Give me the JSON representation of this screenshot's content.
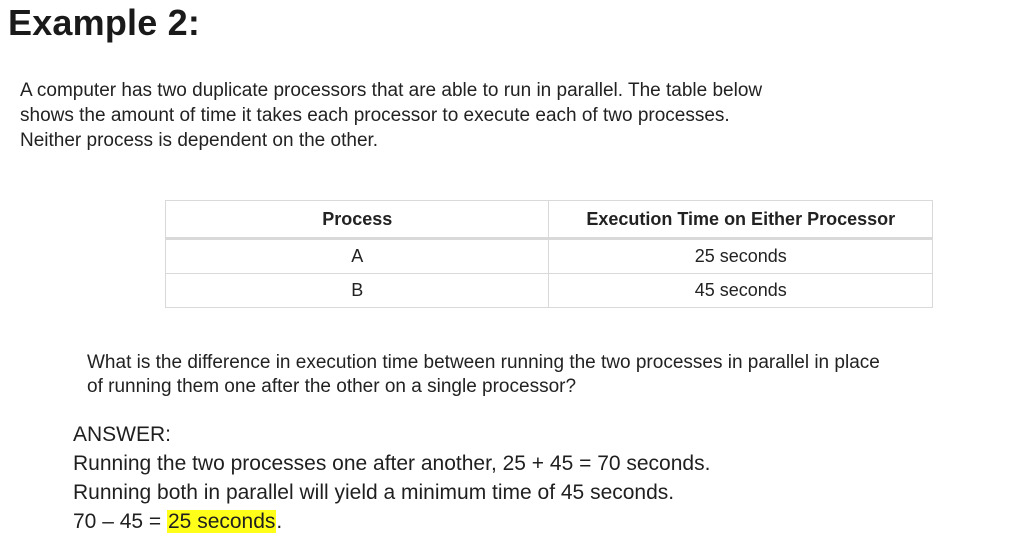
{
  "title": "Example 2:",
  "intro": {
    "line1": "A computer has two duplicate processors that are able to run in parallel. The table below",
    "line2": "shows the amount of time it takes each processor to execute each of two processes.",
    "line3": "Neither process is dependent on the other."
  },
  "table": {
    "headers": [
      "Process",
      "Execution Time on Either Processor"
    ],
    "rows": [
      [
        "A",
        "25 seconds"
      ],
      [
        "B",
        "45 seconds"
      ]
    ]
  },
  "question": {
    "line1": "What is the difference in execution time between running the two processes in parallel in place",
    "line2": "of running them one after the other on a single processor?"
  },
  "answer": {
    "label": "ANSWER:",
    "line1": "Running the two processes one after another, 25 + 45 = 70 seconds.",
    "line2": "Running both in parallel will yield a minimum time of 45 seconds.",
    "line3_prefix": "70 – 45 = ",
    "line3_highlight": "25 seconds",
    "line3_suffix": ".",
    "highlight_color": "#ffff1a"
  }
}
